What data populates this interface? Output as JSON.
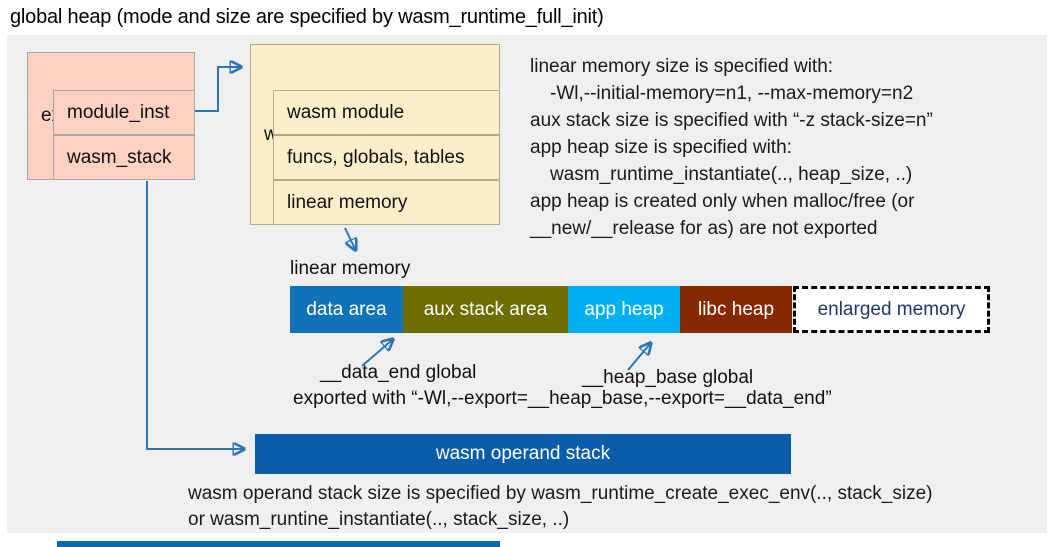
{
  "title": "global heap (mode and size are specified by wasm_runtime_full_init)",
  "exec_env": {
    "header": "exec_env",
    "rows": [
      "module_inst",
      "wasm_stack"
    ]
  },
  "module_instance": {
    "header": "wasm module instance",
    "rows": [
      "wasm module",
      "funcs, globals, tables",
      "linear memory"
    ]
  },
  "notes": {
    "lines": [
      "linear memory size is specified with:",
      "-Wl,--initial-memory=n1, --max-memory=n2",
      "aux stack size is specified with “-z stack-size=n”",
      "app heap size is specified with:",
      "wasm_runtime_instantiate(.., heap_size, ..)",
      "app heap is created only when malloc/free (or",
      "__new/__release for as) are not exported"
    ]
  },
  "linear_memory": {
    "label": "linear memory",
    "segments": [
      {
        "label": "data area",
        "color": "#1272b9"
      },
      {
        "label": "aux stack area",
        "color": "#6e6e00"
      },
      {
        "label": "app heap",
        "color": "#00b0f0"
      },
      {
        "label": "libc heap",
        "color": "#852900"
      }
    ],
    "enlarged_label": "enlarged memory",
    "enlarged_text_color": "#1f3864"
  },
  "globals": {
    "data_end_label": "__data_end global",
    "heap_base_label": "__heap_base global",
    "exported_line": "exported with “-Wl,--export=__heap_base,--export=__data_end”"
  },
  "operand_stack": {
    "label": "wasm operand stack",
    "note_line1": "wasm operand stack size is specified by wasm_runtime_create_exec_env(.., stack_size)",
    "note_line2": "or wasm_runtine_instantiate(.., stack_size, ..)"
  },
  "colors": {
    "panel_bg": "#efefef",
    "struct_salmon": "#fad2bf",
    "struct_cream": "#fdeecb",
    "connector_blue": "#2e75b6",
    "operand_bar": "#0c5da9",
    "bottom_strip": "#0068b5"
  }
}
